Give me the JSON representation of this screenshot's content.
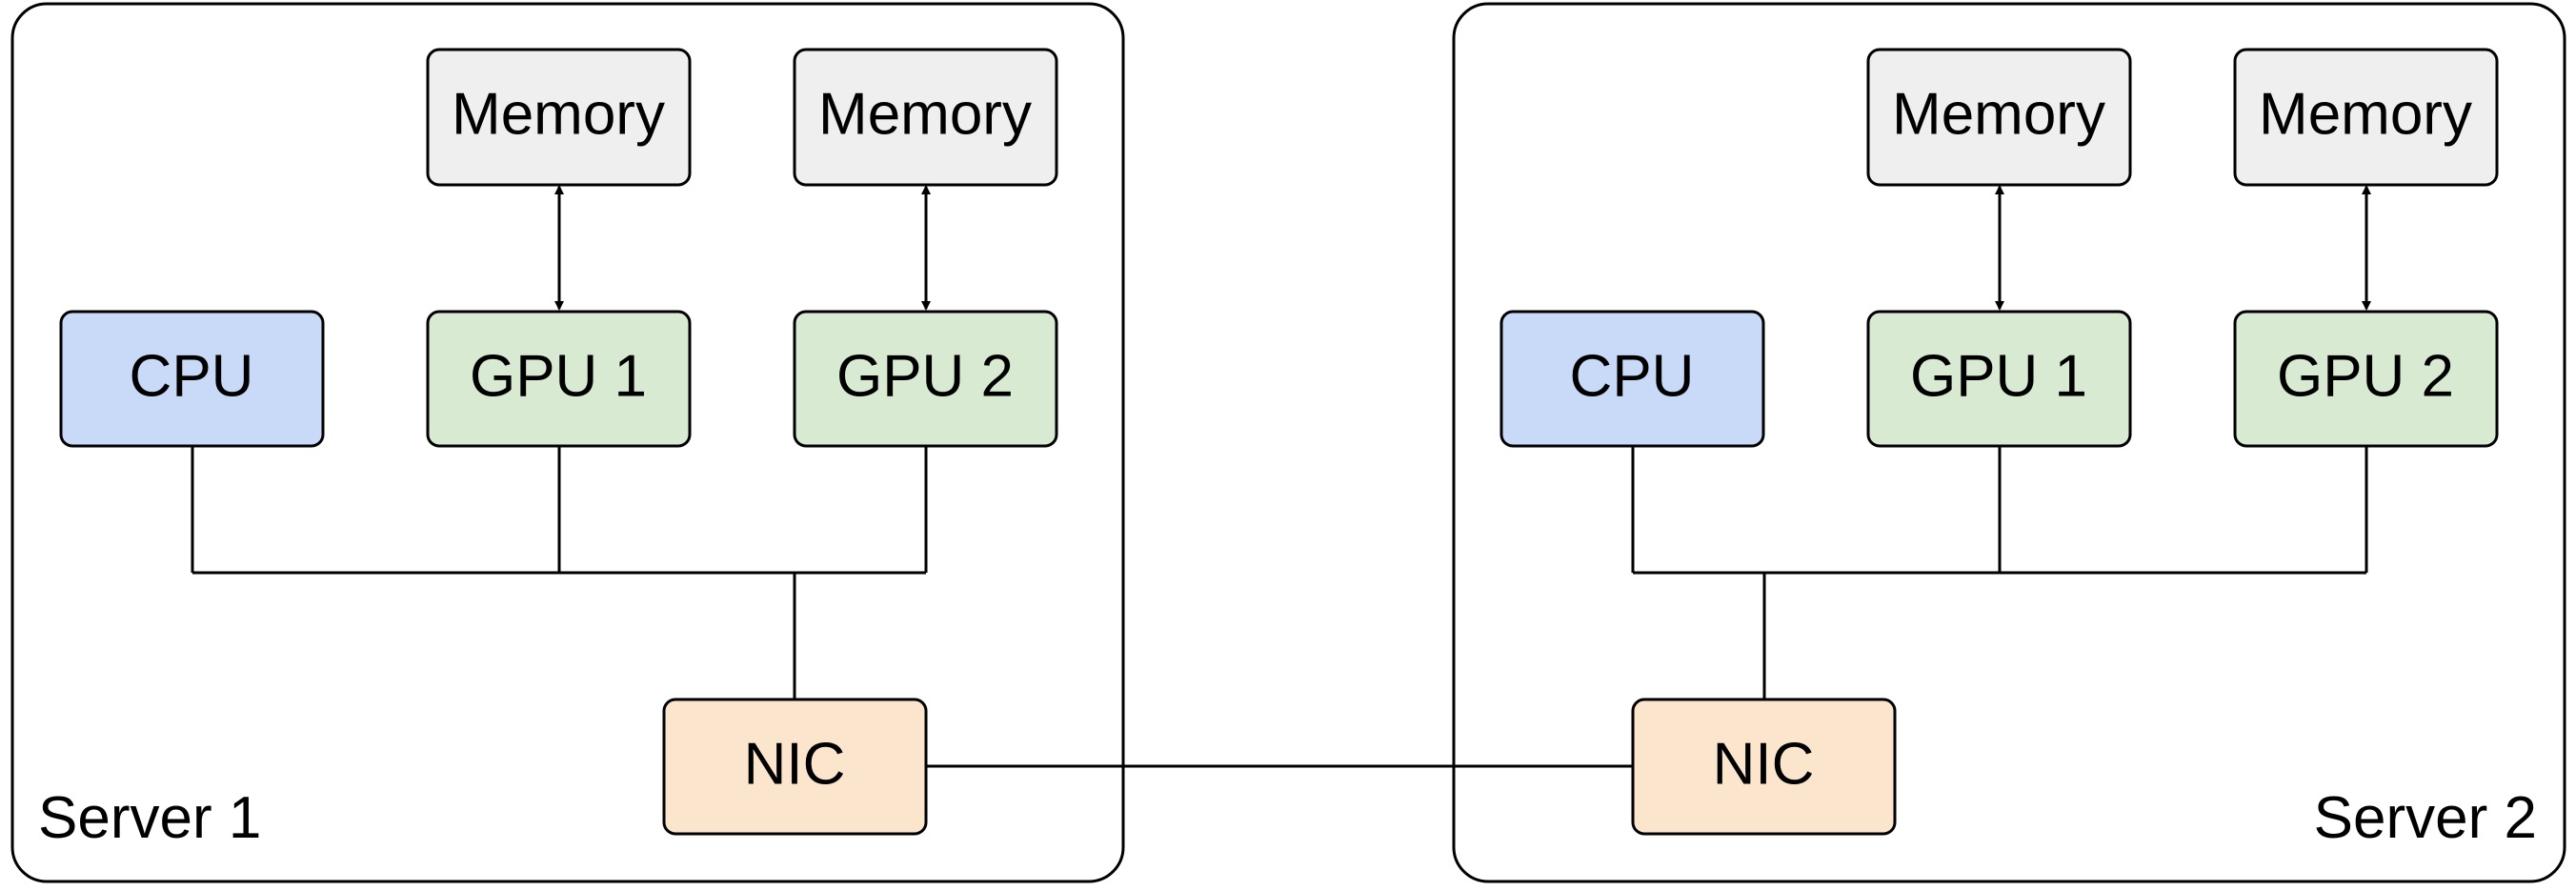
{
  "colors": {
    "cpu_fill": "#c9daf8",
    "gpu_fill": "#d9ead3",
    "memory_fill": "#efefef",
    "nic_fill": "#fce5cd",
    "stroke": "#000000",
    "background": "#ffffff"
  },
  "server1": {
    "label": "Server 1",
    "cpu": "CPU",
    "gpu1": "GPU 1",
    "gpu2": "GPU 2",
    "memory1": "Memory",
    "memory2": "Memory",
    "nic": "NIC"
  },
  "server2": {
    "label": "Server 2",
    "cpu": "CPU",
    "gpu1": "GPU 1",
    "gpu2": "GPU 2",
    "memory1": "Memory",
    "memory2": "Memory",
    "nic": "NIC"
  }
}
